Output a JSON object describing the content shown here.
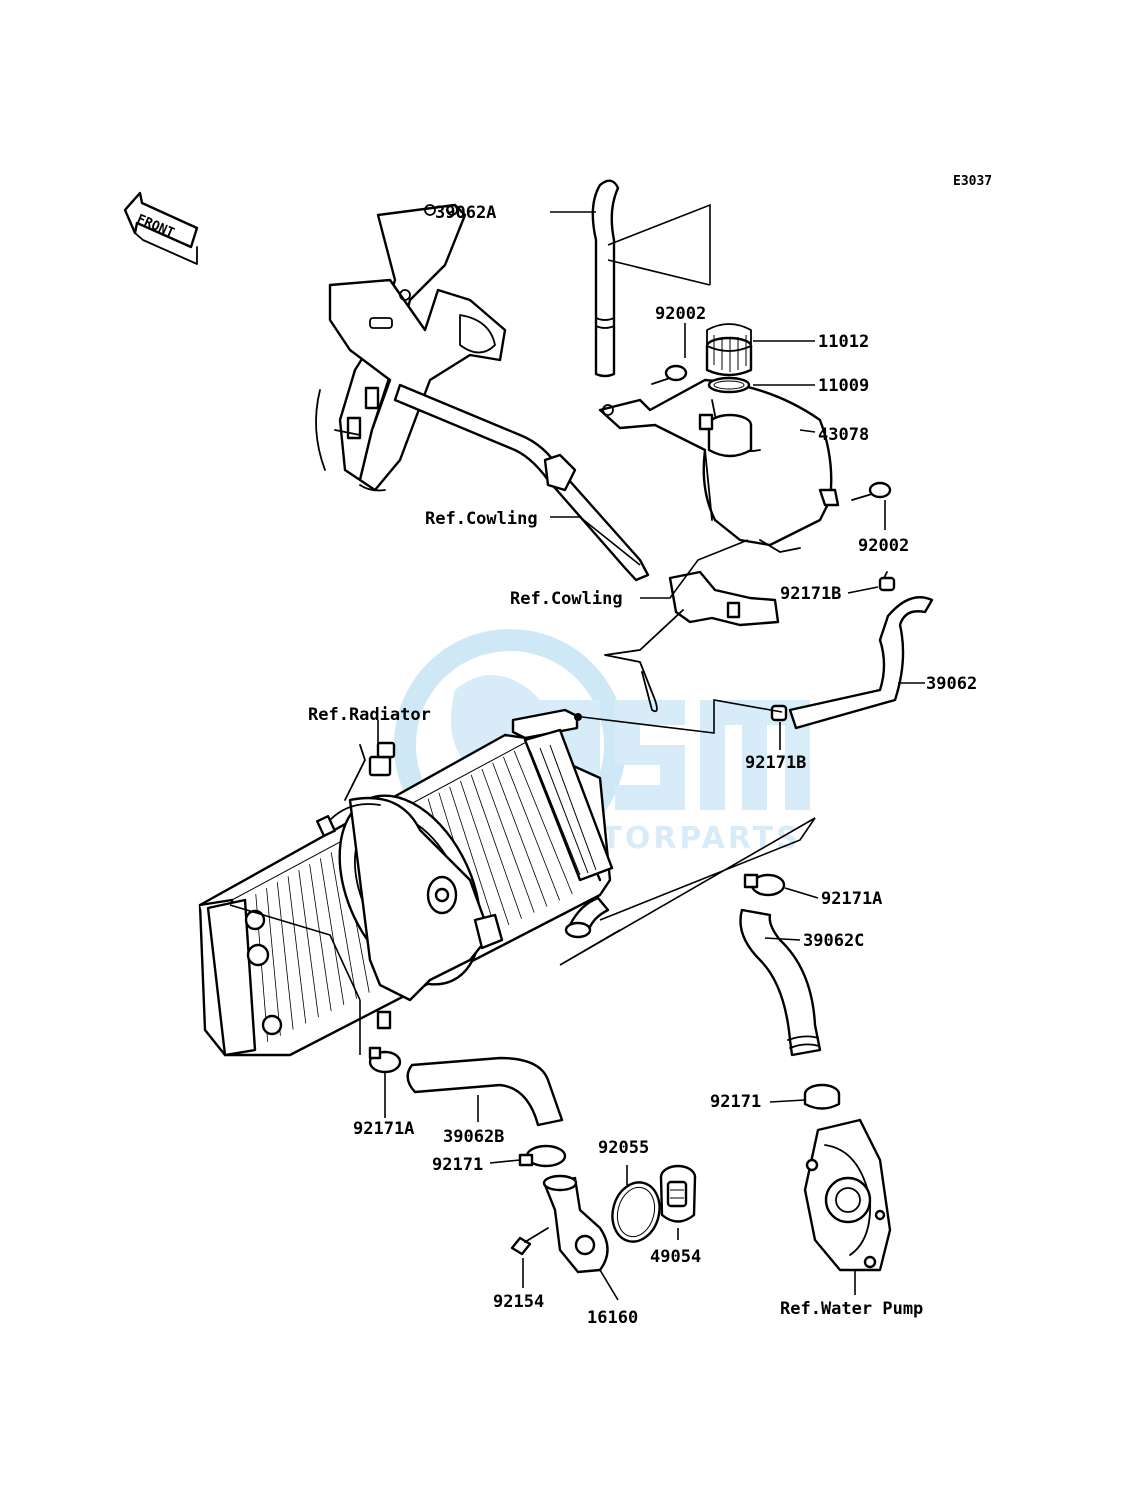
{
  "diagram_code": "E3037",
  "front_label": "FRONT",
  "watermark": {
    "main": "OSM",
    "sub": "MOTORPARTS"
  },
  "labels": {
    "p39062A": "39062A",
    "p92002_top": "92002",
    "p11012": "11012",
    "p11009": "11009",
    "p43078": "43078",
    "p92002_right": "92002",
    "ref_cowling_1": "Ref.Cowling",
    "ref_cowling_2": "Ref.Cowling",
    "p92171B_top": "92171B",
    "p39062": "39062",
    "ref_radiator": "Ref.Radiator",
    "p92171B_mid": "92171B",
    "p92171A_right": "92171A",
    "p39062C": "39062C",
    "p92171A_left": "92171A",
    "p39062B": "39062B",
    "p92171_right": "92171",
    "p92055": "92055",
    "p92171_left": "92171",
    "p49054": "49054",
    "p92154": "92154",
    "p16160": "16160",
    "ref_water_pump": "Ref.Water Pump"
  }
}
